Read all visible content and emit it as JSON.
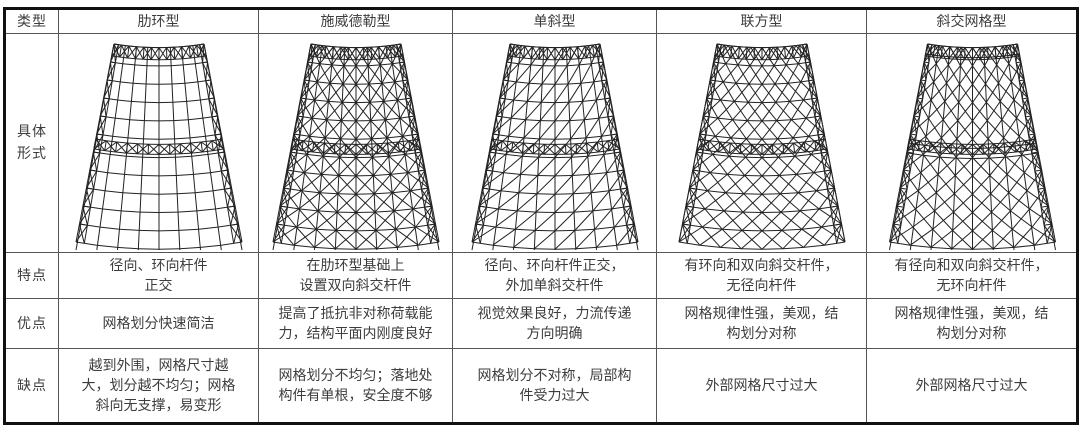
{
  "table": {
    "header": {
      "type_label": "类型",
      "columns": [
        "肋环型",
        "施威德勒型",
        "单斜型",
        "联方型",
        "斜交网格型"
      ]
    },
    "rows": {
      "form": {
        "label": "具体形式",
        "label_lines": [
          "具体",
          "形式"
        ],
        "diagrams": [
          {
            "name": "rib-ring-grid",
            "pattern": "orthogonal radial and hoop members"
          },
          {
            "name": "schwedler-grid",
            "pattern": "rib-ring plus two-way diagonals"
          },
          {
            "name": "single-diagonal-grid",
            "pattern": "radial/hoop plus single diagonals"
          },
          {
            "name": "lamella-grid",
            "pattern": "hoop plus two-way diagonals, no radials"
          },
          {
            "name": "diagonal-grid",
            "pattern": "radial plus two-way diagonals, no hoops"
          }
        ]
      },
      "features": {
        "label": "特点",
        "cells": [
          [
            "径向、环向杆件",
            "正交"
          ],
          [
            "在肋环型基础上",
            "设置双向斜交杆件"
          ],
          [
            "径向、环向杆件正交，",
            "外加单斜交杆件"
          ],
          [
            "有环向和双向斜交杆件，",
            "无径向杆件"
          ],
          [
            "有径向和双向斜交杆件，",
            "无环向杆件"
          ]
        ]
      },
      "advantages": {
        "label": "优点",
        "cells": [
          [
            "网格划分快速简洁"
          ],
          [
            "提高了抵抗非对称荷载能",
            "力，结构平面内刚度良好"
          ],
          [
            "视觉效果良好，力流传递",
            "方向明确"
          ],
          [
            "网格规律性强，美观，结",
            "构划分对称"
          ],
          [
            "网格规律性强，美观，结",
            "构划分对称"
          ]
        ]
      },
      "disadvantages": {
        "label": "缺点",
        "cells": [
          [
            "越到外围，网格尺寸越",
            "大，划分越不均匀；网格",
            "斜向无支撑，易变形"
          ],
          [
            "网格划分不均匀；落地处",
            "构件有单根，安全度不够"
          ],
          [
            "网格划分不对称，局部构",
            "件受力过大"
          ],
          [
            "外部网格尺寸过大"
          ],
          [
            "外部网格尺寸过大"
          ]
        ]
      }
    }
  }
}
